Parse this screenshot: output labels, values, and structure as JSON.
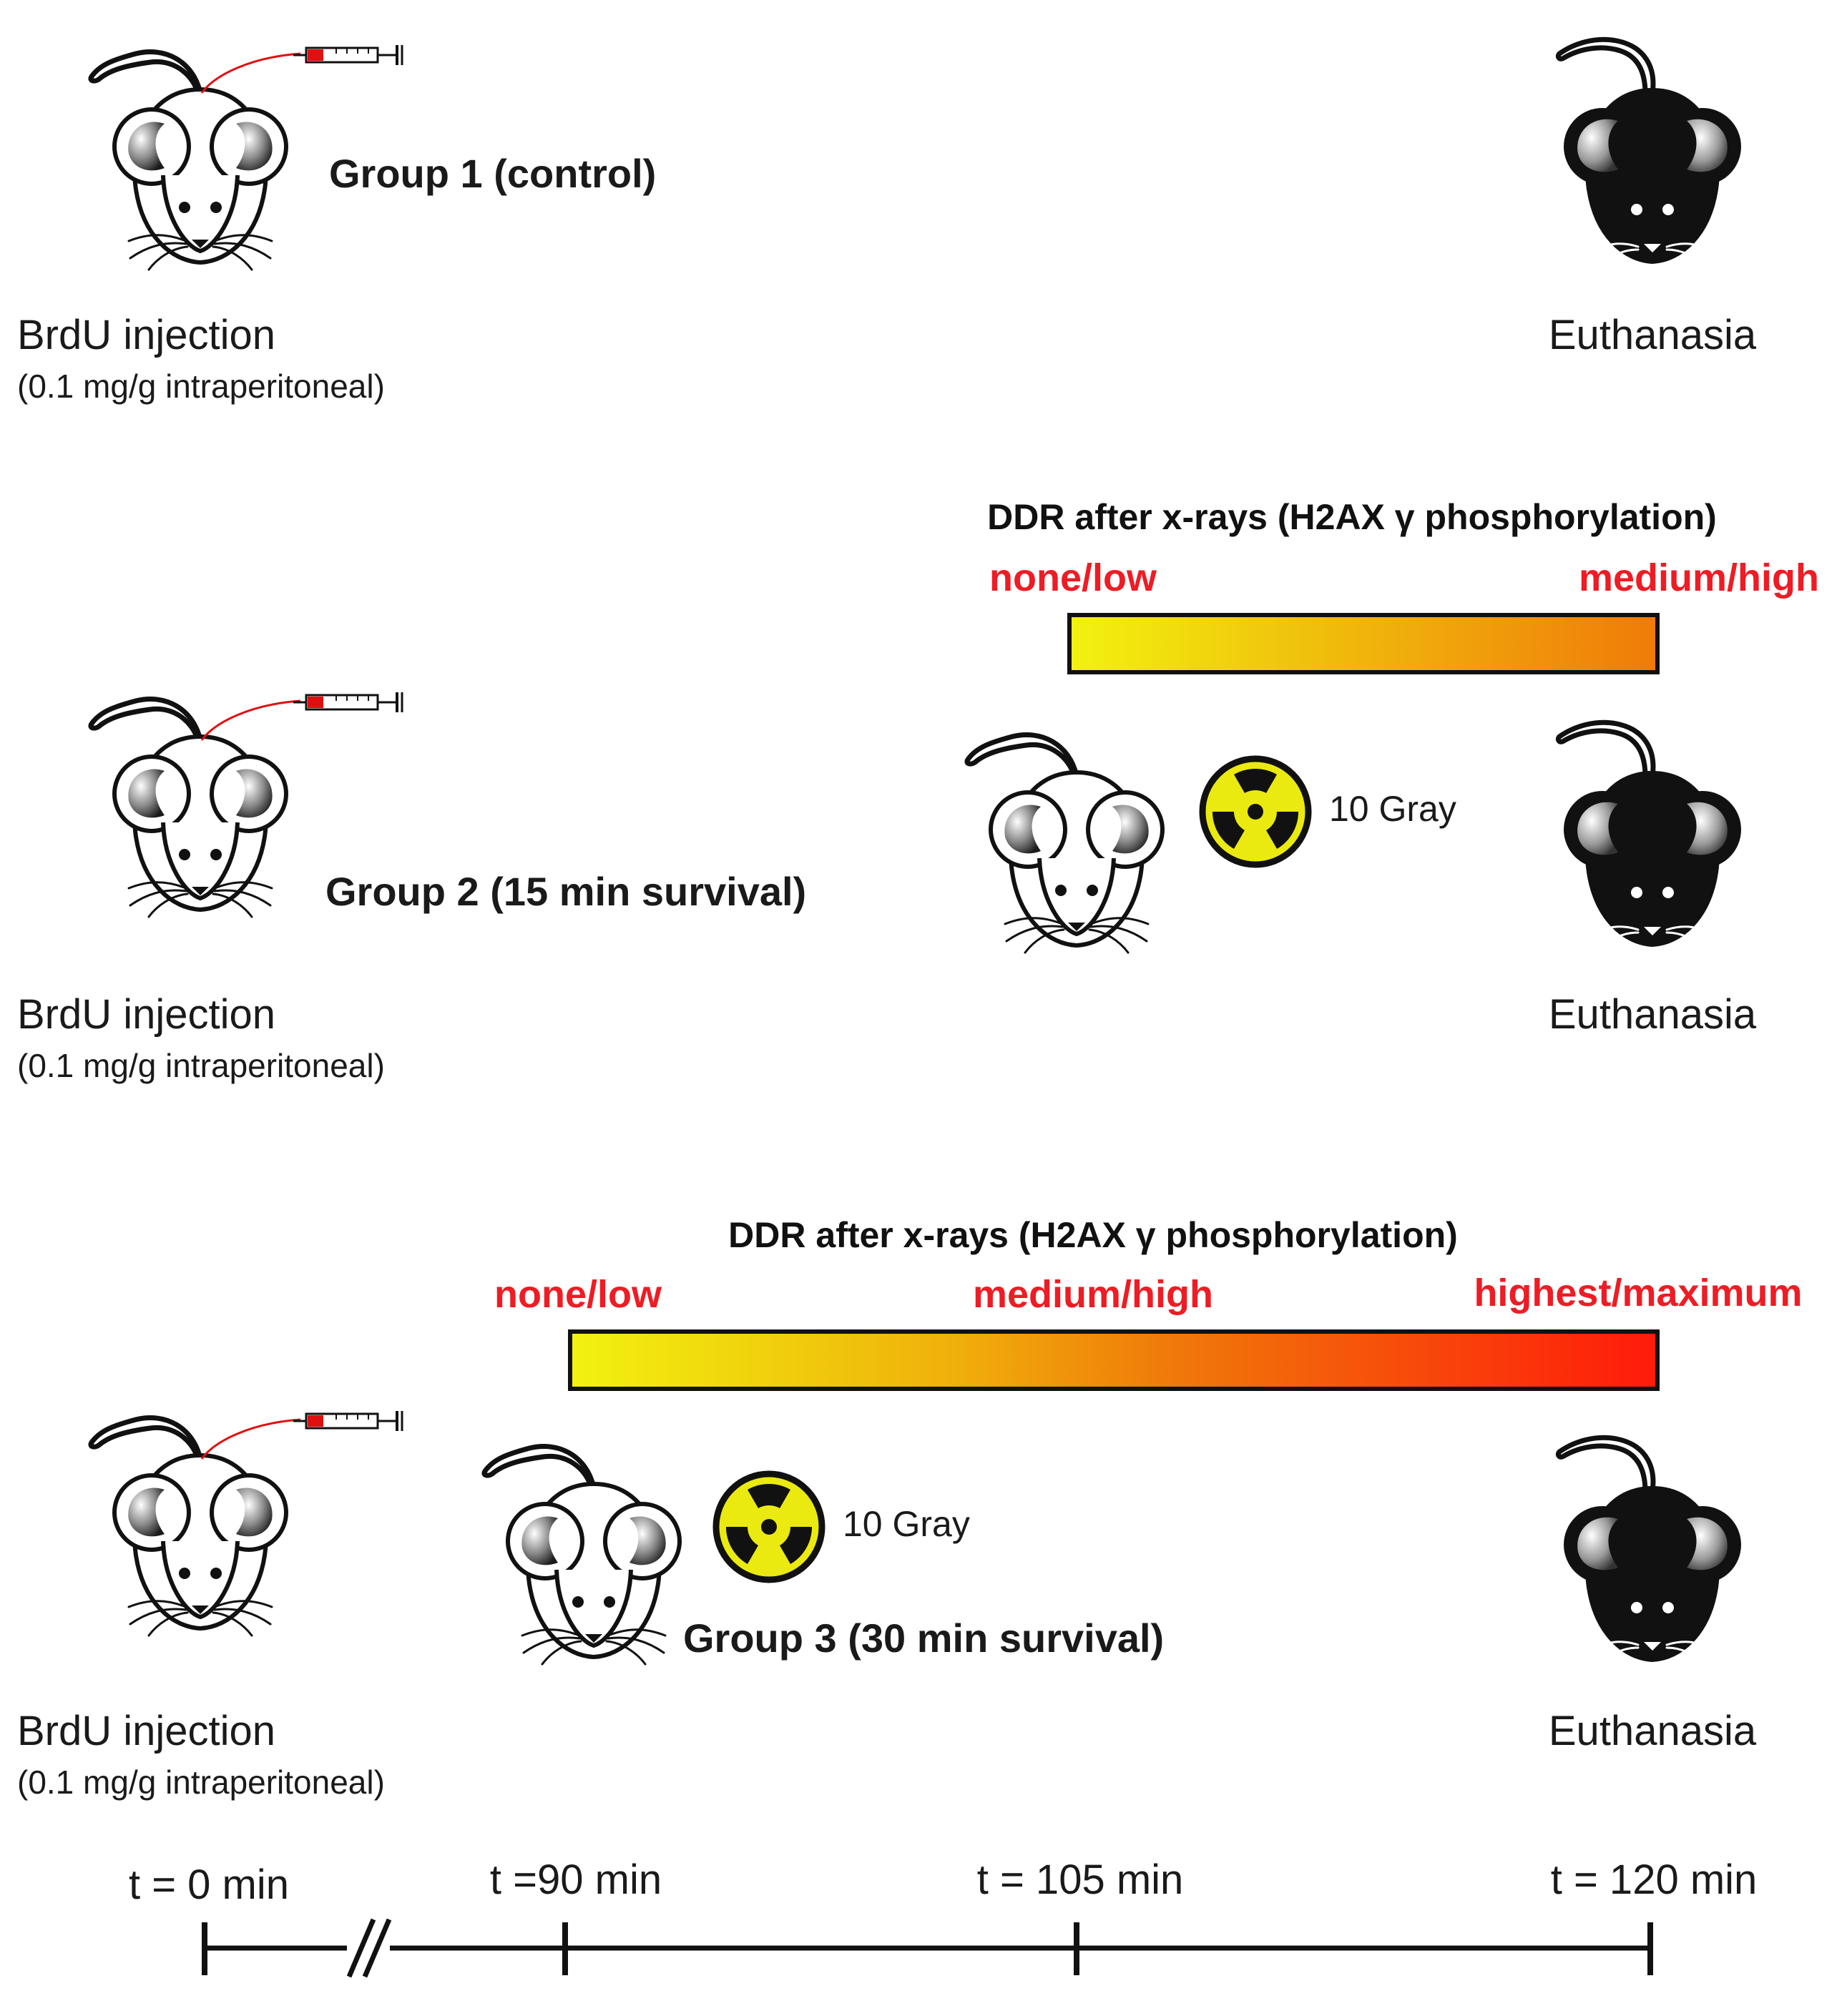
{
  "group1": {
    "label": "Group 1 (control)",
    "injection_label": "BrdU injection",
    "injection_detail": "(0.1 mg/g intraperitoneal)",
    "end_label": "Euthanasia"
  },
  "group2": {
    "label": "Group 2 (15 min survival)",
    "injection_label": "BrdU injection",
    "injection_detail": "(0.1 mg/g intraperitoneal)",
    "end_label": "Euthanasia",
    "ddr_title": "DDR after x-rays (H2AX γ phosphorylation)",
    "level_low": "none/low",
    "level_high": "medium/high",
    "dose": "10 Gray"
  },
  "group3": {
    "label": "Group 3 (30 min survival)",
    "injection_label": "BrdU injection",
    "injection_detail": "(0.1 mg/g intraperitoneal)",
    "end_label": "Euthanasia",
    "ddr_title": "DDR after x-rays (H2AX γ phosphorylation)",
    "level_low": "none/low",
    "level_mid": "medium/high",
    "level_max": "highest/maximum",
    "dose": "10 Gray"
  },
  "timeline": {
    "t0": "t = 0 min",
    "t90": "t =90 min",
    "t105": "t = 105 min",
    "t120": "t = 120 min"
  },
  "colors": {
    "gradient_start": "#f2f20f",
    "gradient_mid": "#f0a30a",
    "gradient_orange_end": "#f07a0a",
    "gradient_red_end": "#ff1a0a",
    "label_red": "#ee1c24",
    "radiation_yellow": "#eaea10",
    "syringe_red": "#e01010"
  },
  "icons": {
    "white_mouse": "white-mouse-icon",
    "black_mouse": "black-mouse-icon",
    "syringe": "syringe-icon",
    "radiation": "radiation-icon"
  }
}
